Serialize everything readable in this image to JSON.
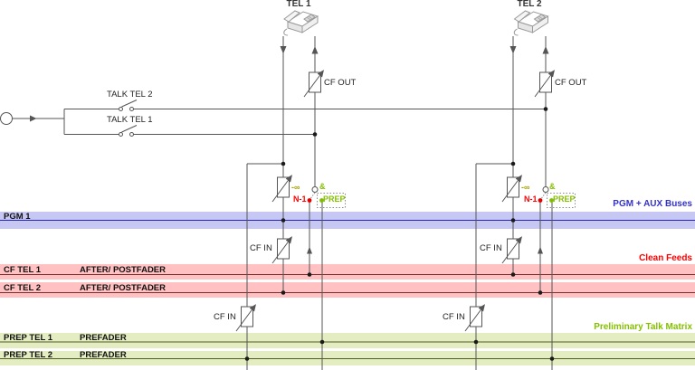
{
  "colors": {
    "pgm_band": "#c7c7f4",
    "pgm_line": "#2828b4",
    "pgm_label": "#3333cc",
    "clean_band": "#ffc1c1",
    "clean_line": "#7b2d2d",
    "clean_label": "#ff0000",
    "prep_band": "#e3edc1",
    "prep_line": "#4f5e21",
    "prep_label": "#84c000",
    "n1_red": "#e80000",
    "prep_green": "#7fbf00",
    "wire_gray": "#555555"
  },
  "phones": {
    "tel1": "TEL 1",
    "tel2": "TEL 2"
  },
  "talk": {
    "tel2_label": "TALK TEL 2",
    "tel1_label": "TALK TEL 1"
  },
  "components": {
    "cf_out": "CF OUT",
    "cf_in": "CF IN",
    "minus_inf": "-∞",
    "n1": "N-1",
    "prep": "PREP",
    "amp": "&"
  },
  "buses": {
    "pgm": {
      "row": "PGM 1",
      "side": "PGM + AUX Buses"
    },
    "clean": {
      "side": "Clean Feeds",
      "rows": [
        {
          "name": "CF TEL 1",
          "mode": "AFTER/ POSTFADER"
        },
        {
          "name": "CF TEL 2",
          "mode": "AFTER/ POSTFADER"
        }
      ]
    },
    "prep": {
      "side": "Preliminary Talk Matrix",
      "rows": [
        {
          "name": "PREP TEL 1",
          "mode": "PREFADER"
        },
        {
          "name": "PREP TEL 2",
          "mode": "PREFADER"
        }
      ]
    }
  }
}
